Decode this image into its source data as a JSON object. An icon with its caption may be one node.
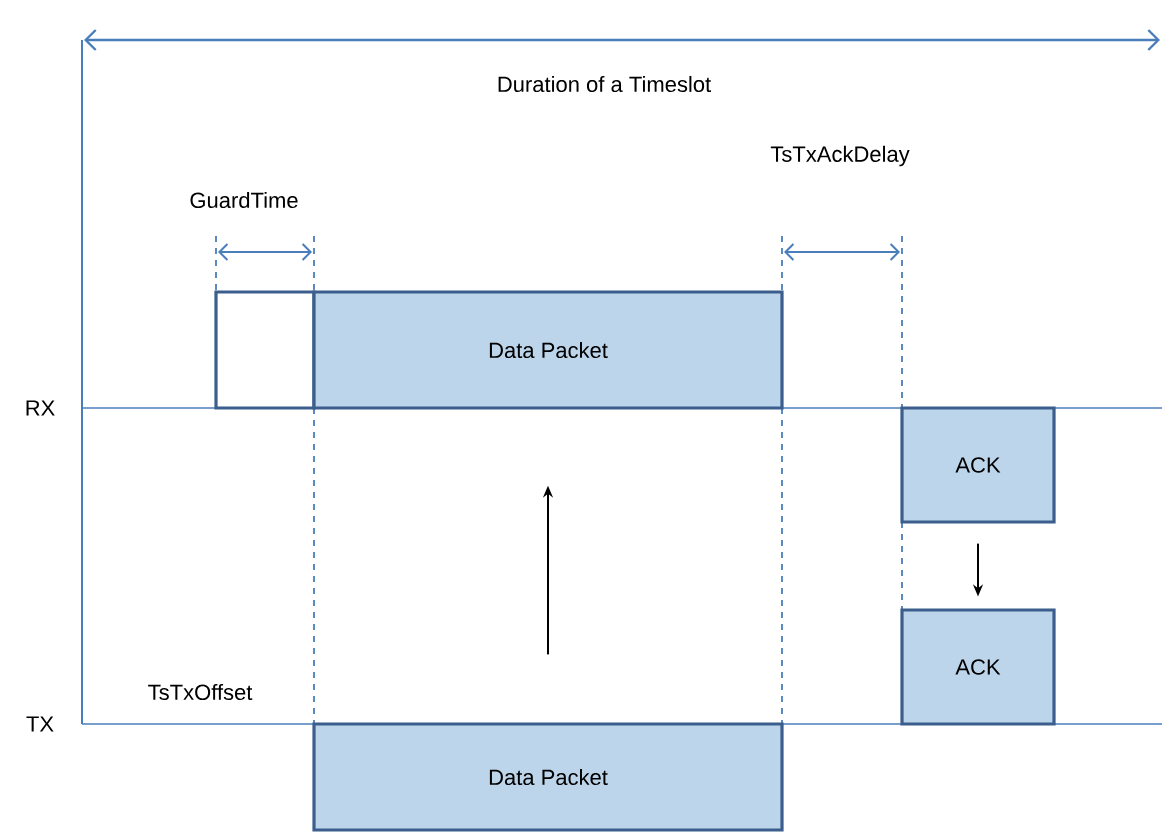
{
  "diagram": {
    "nodes": [
      {
        "text": [],
        "shape": "box"
      },
      {
        "text": [
          "Data Packet"
        ]
      },
      {
        "text": [
          "ACK"
        ]
      },
      {
        "text": [
          "ACK"
        ]
      },
      {
        "text": [
          "Data Packet"
        ]
      }
    ],
    "edges": [
      {
        "from": 4,
        "to": 1,
        "arrow": "to"
      },
      {
        "from": 2,
        "to": 3,
        "arrow": "to"
      }
    ],
    "labels": [
      "Duration of a Timeslot",
      "TsTxAckDelay",
      "GuardTime",
      "RX",
      "TsTxOffset",
      "TX"
    ]
  }
}
